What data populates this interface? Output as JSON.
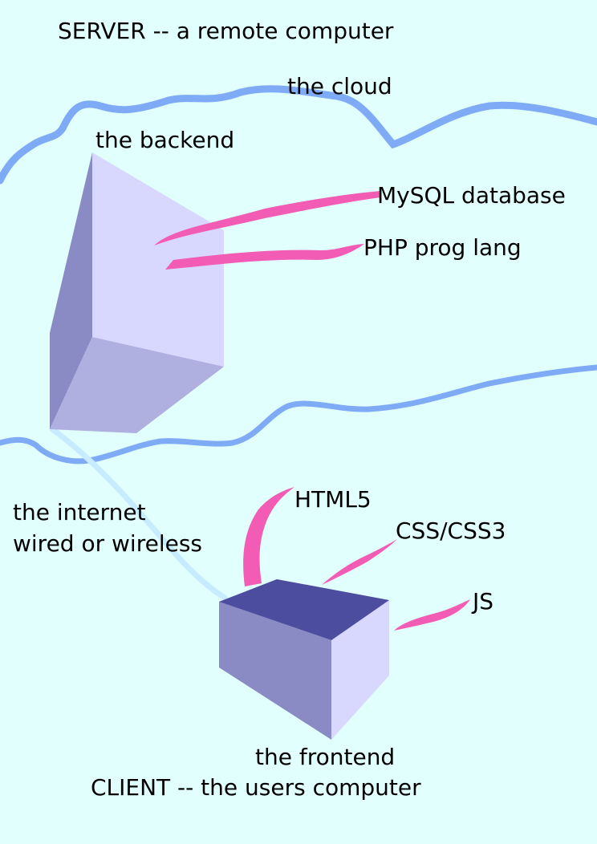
{
  "title": "SERVER --  a remote computer",
  "cloud": {
    "label": "the cloud"
  },
  "server": {
    "label": "the backend",
    "items": [
      "MySQL database",
      "PHP prog lang"
    ]
  },
  "connection": {
    "line1": "the internet",
    "line2": "wired or wireless"
  },
  "client": {
    "label": "the frontend",
    "caption": "CLIENT -- the users computer",
    "items": [
      "HTML5",
      "CSS/CSS3",
      "JS"
    ]
  },
  "colors": {
    "background": "#e0fffd",
    "cloud_outline": "#7faaf5",
    "callout": "#f25cb4",
    "cable": "#c8ecff",
    "box_light": "#d8d8ff",
    "box_mid": "#afafe0",
    "box_dark": "#8a8ac4",
    "box_top_dark": "#4d4d9f"
  }
}
